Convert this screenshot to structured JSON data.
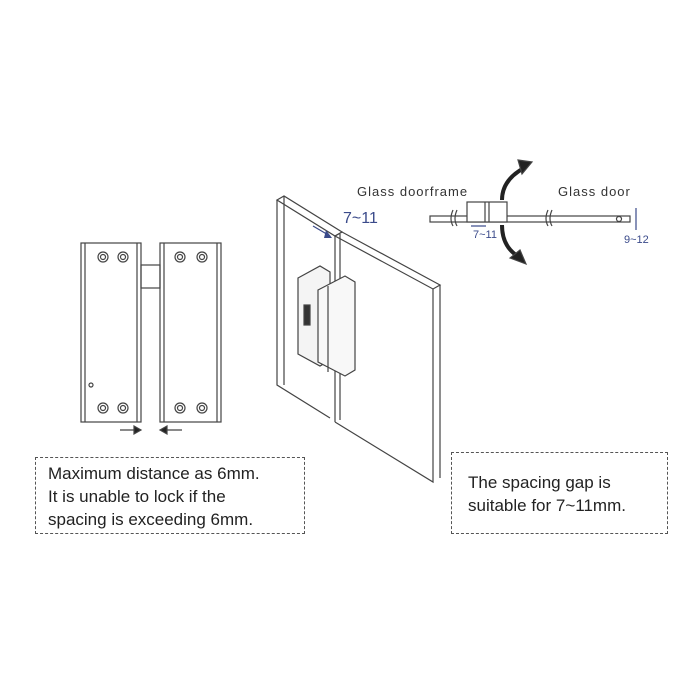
{
  "left_note": {
    "lines": [
      "Maximum distance as 6mm.",
      "It is unable to lock if the",
      "spacing is exceeding 6mm."
    ]
  },
  "right_note": {
    "lines": [
      "The spacing gap is",
      "suitable for 7~11mm."
    ]
  },
  "plan_view": {
    "frame_label": "Glass doorframe",
    "door_label": "Glass door",
    "gap_dim": "7~11",
    "thickness_dim": "9~12"
  },
  "iso_view": {
    "gap_dim": "7~11"
  },
  "colors": {
    "dimension": "#3a4a8a",
    "line": "#444444"
  }
}
